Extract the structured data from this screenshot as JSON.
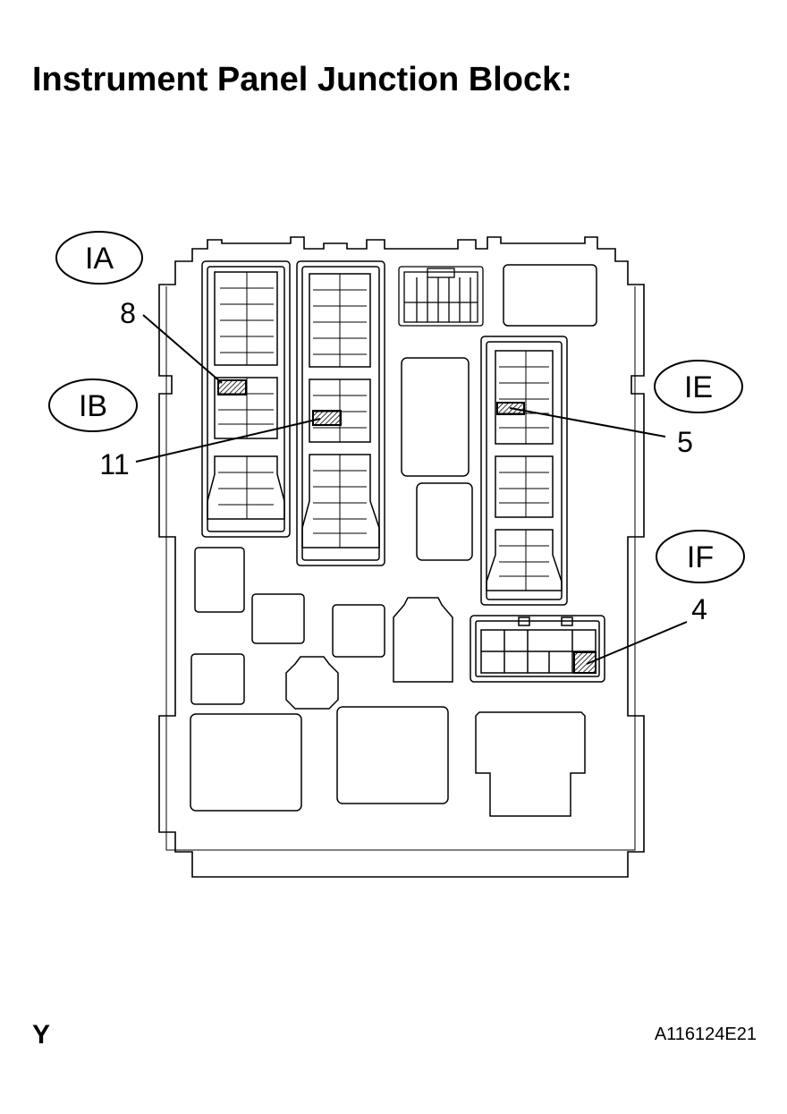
{
  "header": {
    "title": "Instrument Panel Junction Block:"
  },
  "connectors": [
    {
      "id": "IA",
      "label": "IA",
      "pin": "8"
    },
    {
      "id": "IB",
      "label": "IB",
      "pin": "11"
    },
    {
      "id": "IE",
      "label": "IE",
      "pin": "5"
    },
    {
      "id": "IF",
      "label": "IF",
      "pin": "4"
    }
  ],
  "footer": {
    "left_code": "Y",
    "figure_id": "A116124E21"
  },
  "colors": {
    "line": "#000000",
    "background": "#ffffff"
  }
}
